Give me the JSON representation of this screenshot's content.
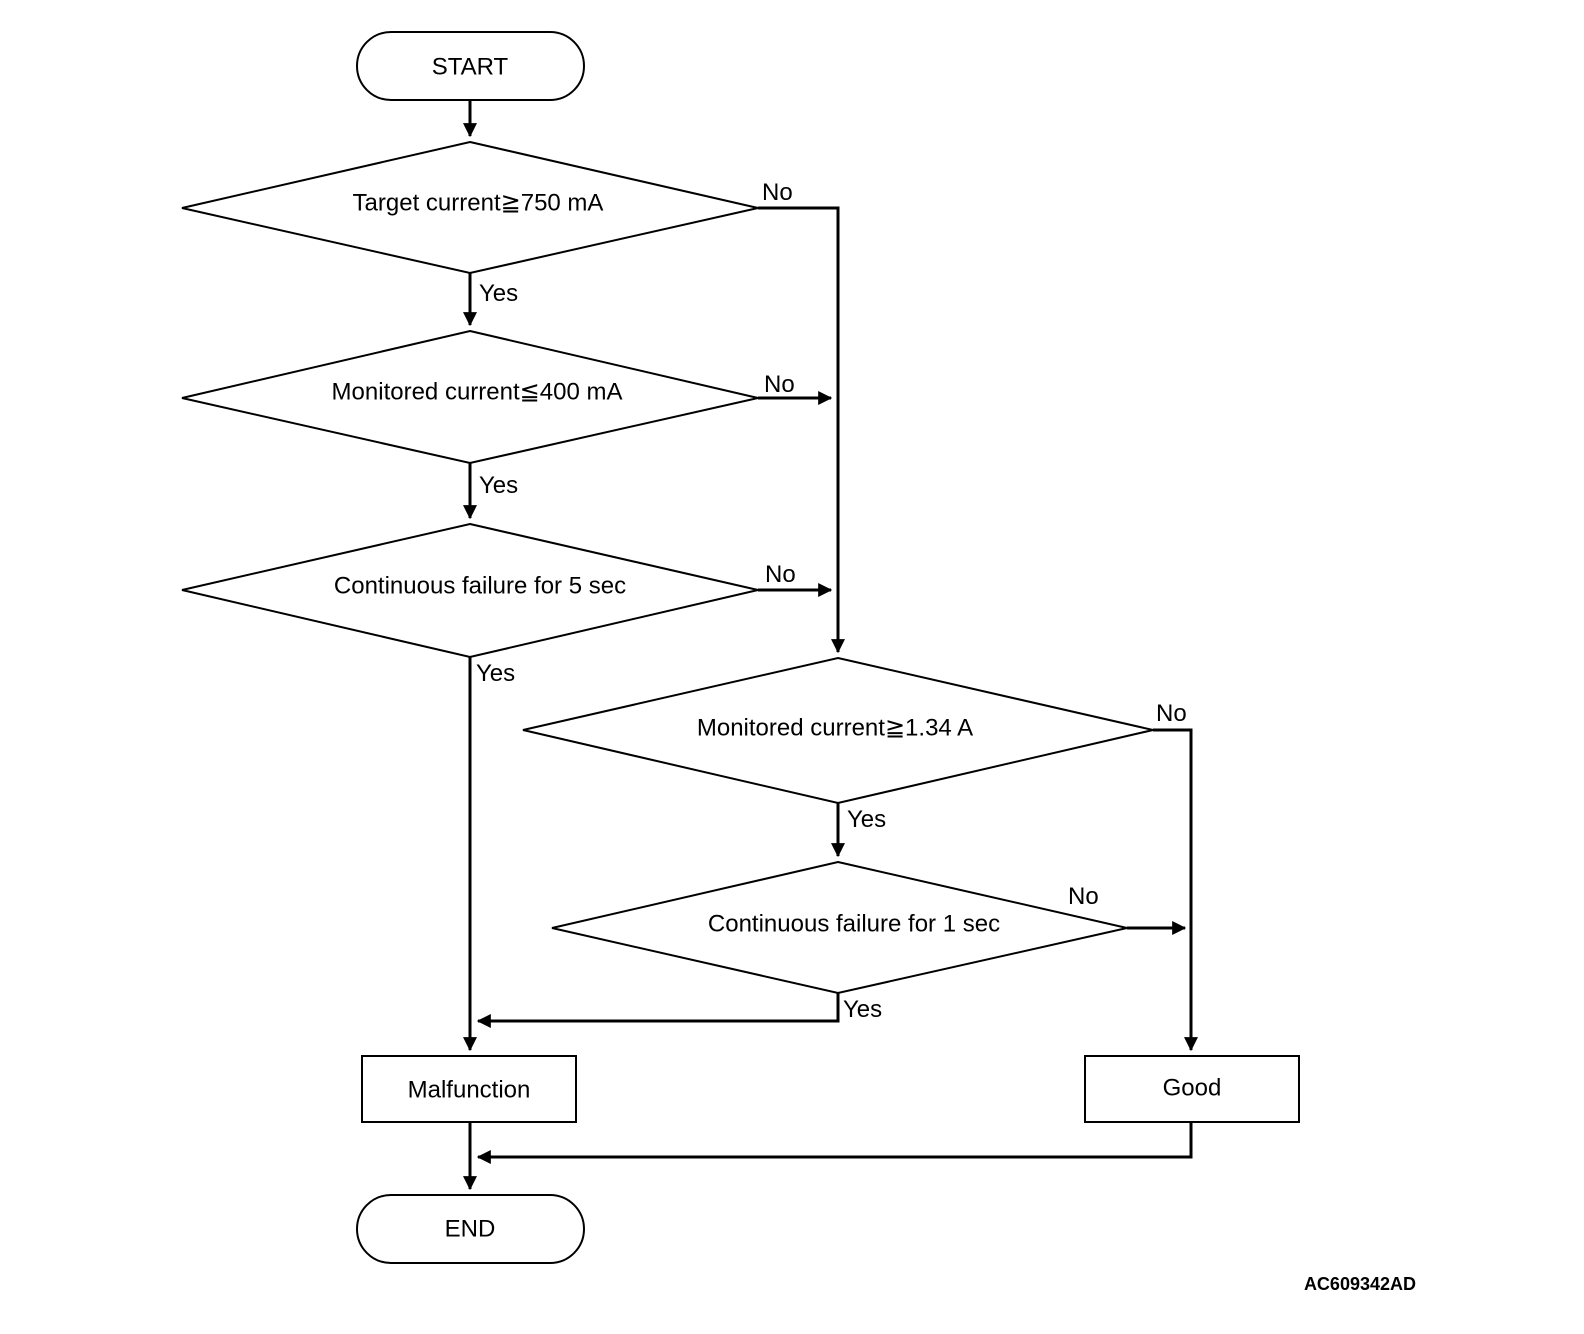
{
  "nodes": {
    "start": "START",
    "d1": "Target current≧750 mA",
    "d2": "Monitored current≦400 mA",
    "d3": "Continuous failure for 5 sec",
    "d4": "Monitored current≧1.34 A",
    "d5": "Continuous failure for 1 sec",
    "malfunction": "Malfunction",
    "good": "Good",
    "end": "END"
  },
  "branches": {
    "d1_yes": "Yes",
    "d1_no": "No",
    "d2_yes": "Yes",
    "d2_no": "No",
    "d3_yes": "Yes",
    "d3_no": "No",
    "d4_yes": "Yes",
    "d4_no": "No",
    "d5_yes": "Yes",
    "d5_no": "No"
  },
  "reference_code": "AC609342AD"
}
